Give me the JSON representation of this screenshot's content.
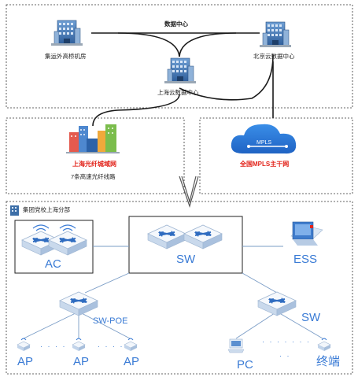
{
  "title_dc": "数据中心",
  "dc_nodes": {
    "left": "集运外高桥机房",
    "right": "北京云数据中心",
    "center": "上海云数据中心"
  },
  "wan": {
    "metro_name": "上海光纤城域网",
    "metro_desc": "7条高速光纤线路",
    "mpls_cloud": "MPLS",
    "mpls_name": "全国MPLS主干网"
  },
  "campus": {
    "title": "集团党校上海分部",
    "ac": "AC",
    "sw_core": "SW",
    "ess": "ESS",
    "sw_poe": "SW-POE",
    "sw_access": "SW",
    "ap_1": "AP",
    "ap_2": "AP",
    "ap_3": "AP",
    "pc": "PC",
    "terminal": "终端",
    "dots_1": "· · · ·",
    "dots_2": "· · · ·",
    "dots_3": "· · · · · · ·",
    "dots_4": "· ·"
  },
  "colors": {
    "accent_blue": "#3a7bd5",
    "label_red": "#e2231a",
    "building_blue": "#3d6fa8",
    "device_light": "#e6eef8"
  }
}
